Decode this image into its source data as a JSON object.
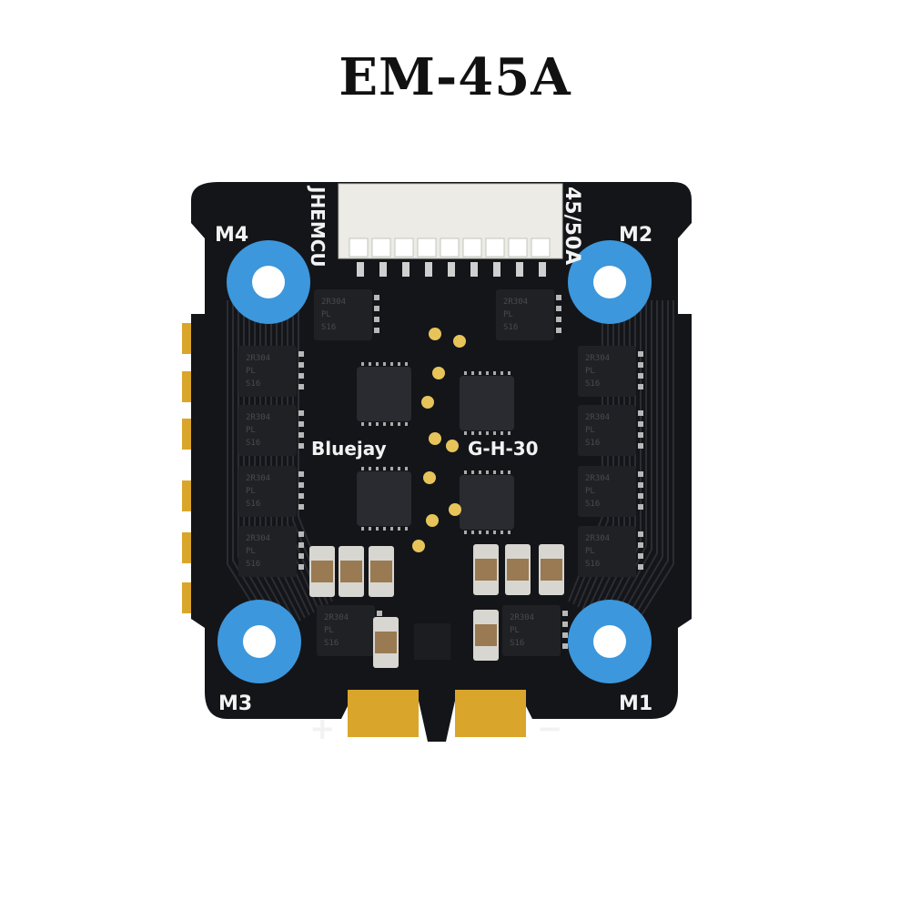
{
  "title": "EM-45A",
  "board": {
    "motor_labels": {
      "m1": "M1",
      "m2": "M2",
      "m3": "M3",
      "m4": "M4"
    },
    "power_labels": {
      "positive": "+",
      "negative": "−"
    },
    "silkscreen": {
      "brand": "JHEMCU",
      "rating": "45/50A",
      "firmware": "Bluejay",
      "mcu": "G-H-30"
    },
    "mosfet_marking": [
      "2R304",
      "PL",
      "S16"
    ],
    "colors": {
      "pcb": "#141519",
      "mount_ring": "#3d97dc",
      "pad_gold": "#d9a62b",
      "connector": "#ecebe6"
    }
  }
}
